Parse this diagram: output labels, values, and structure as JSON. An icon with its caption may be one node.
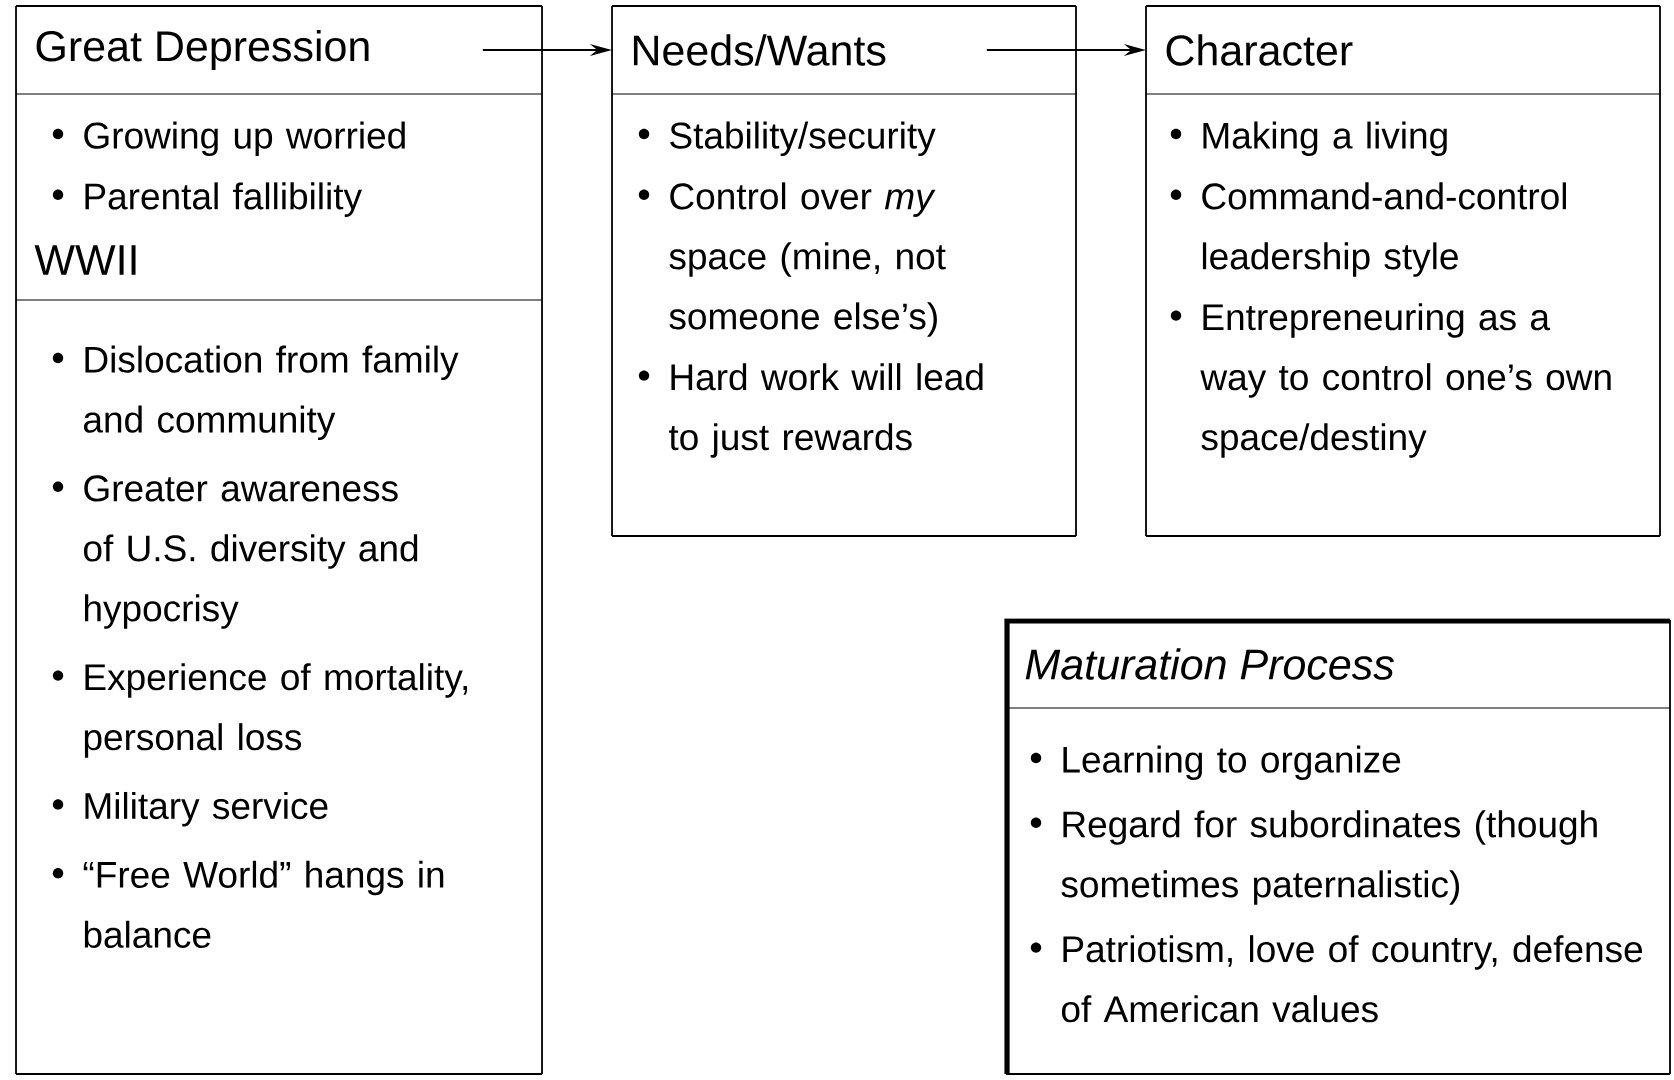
{
  "diagram": {
    "nodes": [
      {
        "text": [
          "Great Depression",
          "Growing up worried",
          "Parental fallibility"
        ]
      },
      {
        "text": [
          "WWII",
          "Dislocation from family and community",
          "Greater awareness of U.S. diversity and hypocrisy",
          "Experience of mortality, personal loss",
          "Military service",
          "“Free World” hangs in balance"
        ]
      },
      {
        "text": [
          "Needs/Wants",
          "Stability/security",
          "Control over *my* space (mine, not someone else’s)",
          "Hard work will lead to just rewards"
        ]
      },
      {
        "text": [
          "Character",
          "Making a living",
          "Command-and-control leadership style",
          "Entrepreneuring as a way to control one’s own space/destiny"
        ]
      },
      {
        "text": [
          "Maturation Process",
          "Learning to organize",
          "Regard for subordinates (though sometimes paternalistic)",
          "Patriotism, love of country, defense of American values"
        ]
      }
    ],
    "edges": [
      {
        "from": 0,
        "to": 2,
        "arrow": "to"
      },
      {
        "from": 2,
        "to": 3,
        "arrow": "to"
      }
    ]
  }
}
